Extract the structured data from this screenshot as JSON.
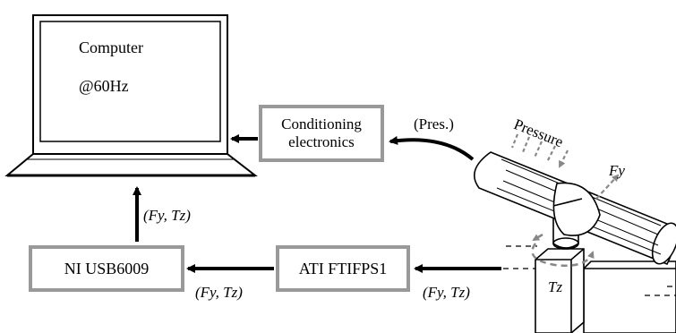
{
  "computer": {
    "title": "Computer",
    "rate": "@60Hz"
  },
  "conditioning": {
    "line1": "Conditioning",
    "line2": "electronics"
  },
  "ni_daq": {
    "label": "NI USB6009"
  },
  "ati_sensor": {
    "label": "ATI FTIFPS1"
  },
  "signals": {
    "pressure_signal": "(Pres.)",
    "force_torque_up": "(Fy, Tz)",
    "force_torque_ni": "(Fy, Tz)",
    "force_torque_sensor": "(Fy, Tz)"
  },
  "sensor_labels": {
    "pressure": "Pressure",
    "fy": "Fy",
    "tz": "Tz"
  },
  "colors": {
    "box_border": "#999999",
    "arrow": "#000000",
    "dashed": "#888888"
  }
}
